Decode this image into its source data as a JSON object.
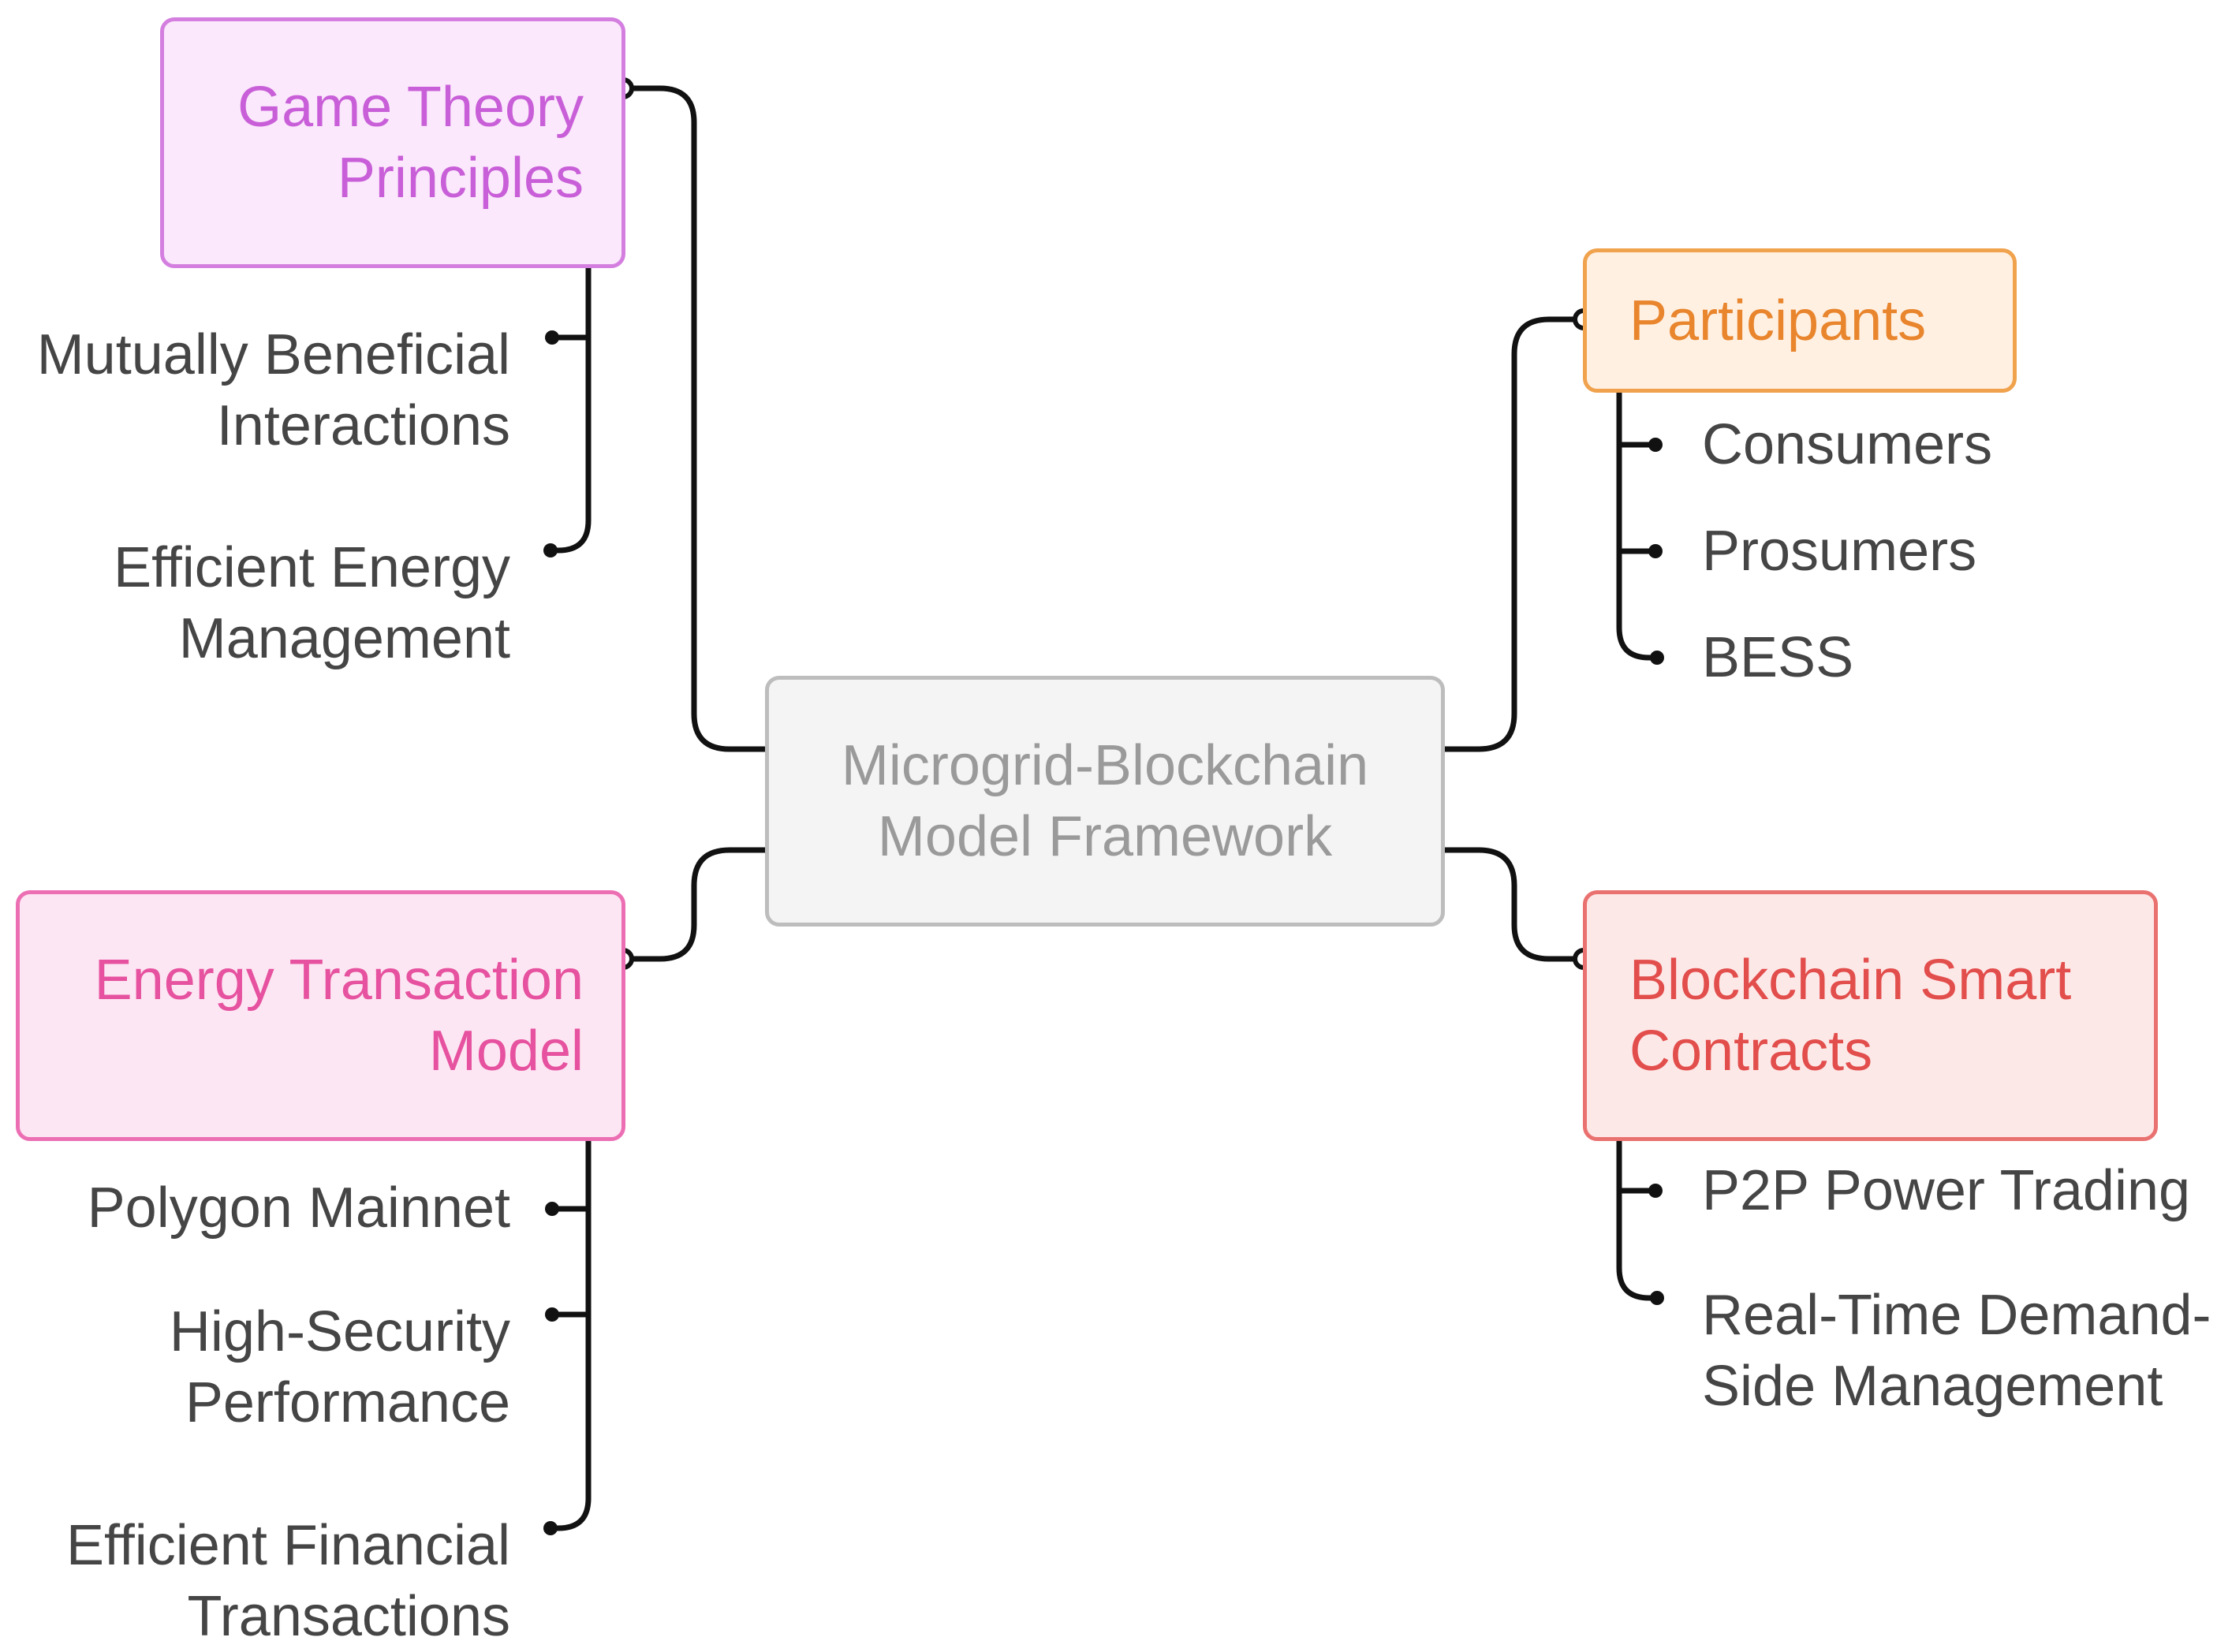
{
  "center": {
    "lines": [
      "Microgrid-Blockchain",
      "Model Framework"
    ]
  },
  "branches": {
    "game_theory": {
      "title_lines": [
        "Game Theory",
        "Principles"
      ],
      "color": "#c95fd8",
      "items": [
        {
          "lines": [
            "Mutually Beneficial",
            "Interactions"
          ]
        },
        {
          "lines": [
            "Efficient Energy",
            "Management"
          ]
        }
      ]
    },
    "energy_transaction": {
      "title_lines": [
        "Energy Transaction",
        "Model"
      ],
      "color": "#e6529f",
      "items": [
        {
          "lines": [
            "Polygon Mainnet"
          ]
        },
        {
          "lines": [
            "High-Security",
            "Performance"
          ]
        },
        {
          "lines": [
            "Efficient Financial",
            "Transactions"
          ]
        }
      ]
    },
    "participants": {
      "title_lines": [
        "Participants"
      ],
      "color": "#e8852d",
      "items": [
        {
          "lines": [
            "Consumers"
          ]
        },
        {
          "lines": [
            "Prosumers"
          ]
        },
        {
          "lines": [
            "BESS"
          ]
        }
      ]
    },
    "blockchain": {
      "title_lines": [
        "Blockchain Smart",
        "Contracts"
      ],
      "color": "#e24e4c",
      "items": [
        {
          "lines": [
            "P2P Power Trading"
          ]
        },
        {
          "lines": [
            "Real-Time Demand-",
            "Side Management"
          ]
        }
      ]
    }
  },
  "colors": {
    "connector": "#111111",
    "leaf_text": "#454545",
    "center_text": "#9a9a9a"
  }
}
